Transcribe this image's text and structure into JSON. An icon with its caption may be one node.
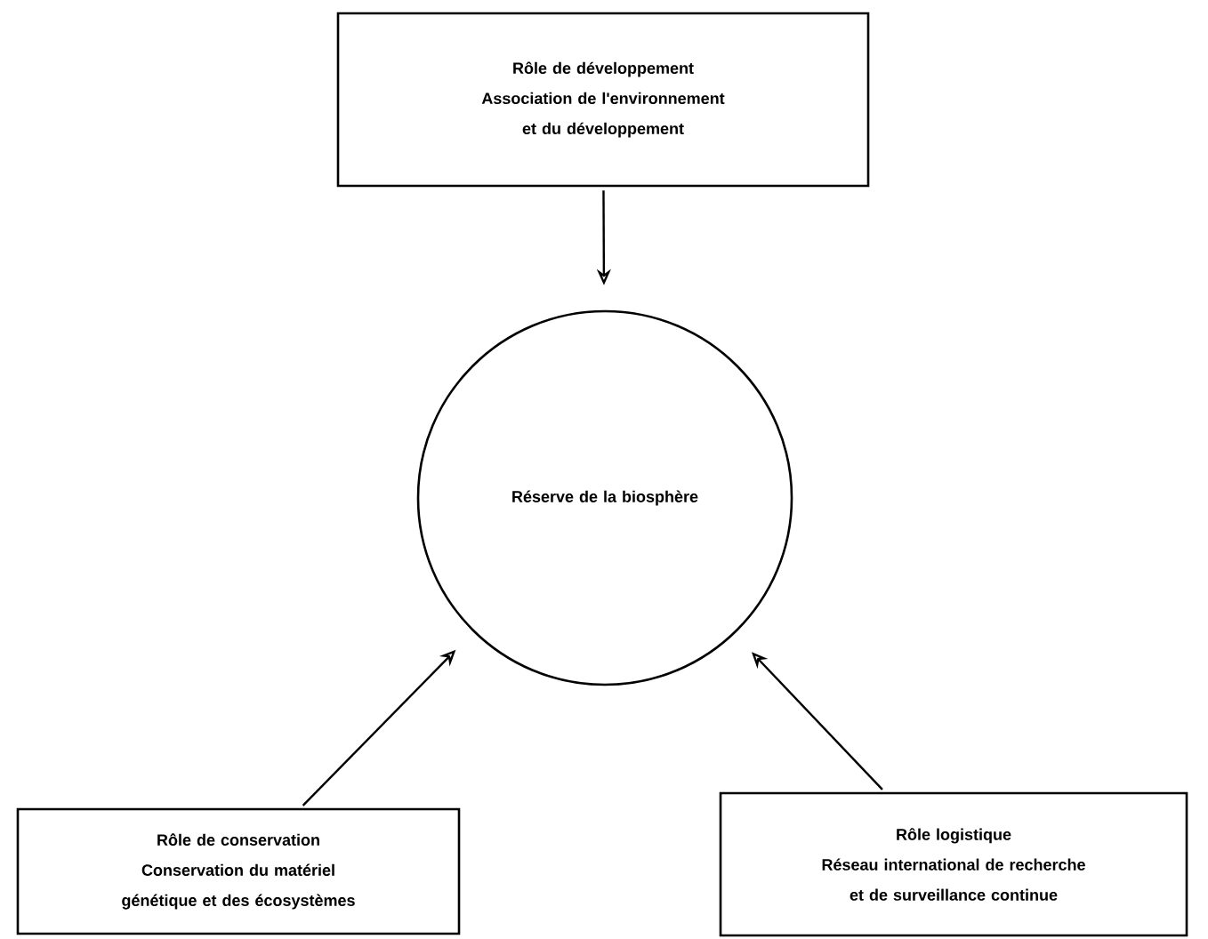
{
  "diagram": {
    "nodes": [
      {
        "text": [
          "Rôle de développement",
          "Association de l'environnement et du développement"
        ]
      },
      {
        "text": [
          "Réserve de la biosphère"
        ]
      },
      {
        "text": [
          "Rôle de conservation",
          "Conservation du matériel génétique et des écosystèmes"
        ]
      },
      {
        "text": [
          "Rôle logistique",
          "Réseau international de recherche et de surveillance continue"
        ]
      }
    ],
    "edges": [
      {
        "from": 0,
        "to": 1,
        "arrow": "to"
      },
      {
        "from": 2,
        "to": 1,
        "arrow": "to"
      },
      {
        "from": 3,
        "to": 1,
        "arrow": "to"
      }
    ]
  }
}
